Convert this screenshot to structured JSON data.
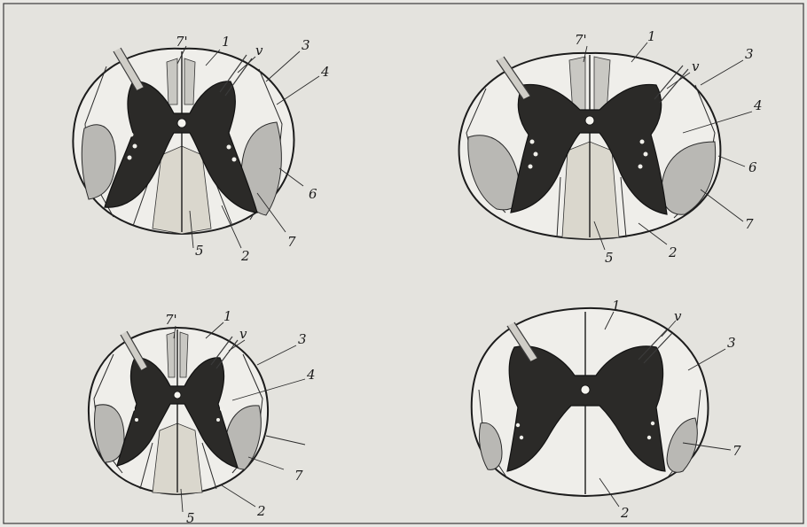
{
  "figure": {
    "sections": [
      {
        "id": "top-left",
        "labels": {
          "l1": "1",
          "l7p": "7'",
          "lv": "v",
          "l3": "3",
          "l4": "4",
          "l6": "6",
          "l7": "7",
          "l2": "2",
          "l5": "5"
        }
      },
      {
        "id": "top-right",
        "labels": {
          "l7p": "7'",
          "l1": "1",
          "lv": "v",
          "l3": "3",
          "l4": "4",
          "l6": "6",
          "l7": "7",
          "l2": "2",
          "l5": "5"
        }
      },
      {
        "id": "bottom-left",
        "labels": {
          "l7p": "7'",
          "l1": "1",
          "lv": "v",
          "l3": "3",
          "l4": "4",
          "l7": "7",
          "l2": "2",
          "l5": "5"
        }
      },
      {
        "id": "bottom-right",
        "labels": {
          "l1": "1",
          "lv": "v",
          "l3": "3",
          "l7": "7",
          "l2": "2"
        }
      }
    ]
  }
}
